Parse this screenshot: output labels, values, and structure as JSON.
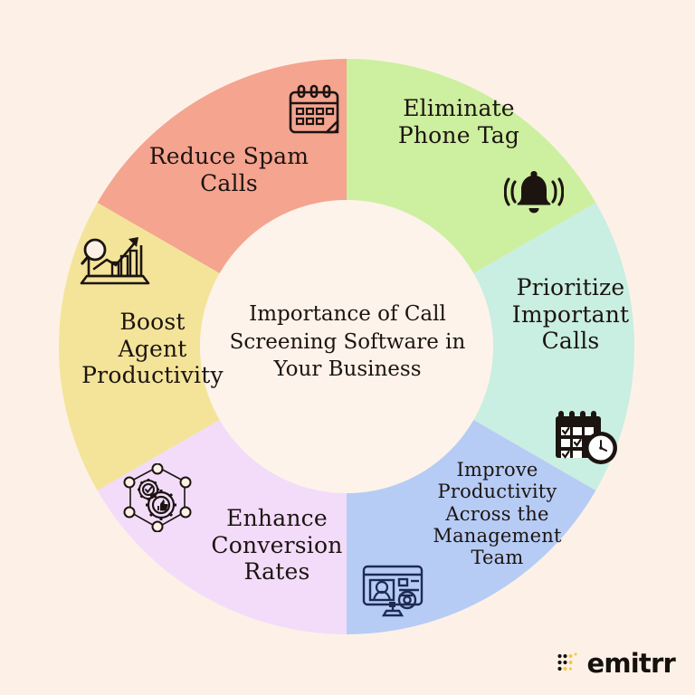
{
  "background_color": "#fdf1e7",
  "center": {
    "text": "Importance of Call\nScreening Software in\nYour Business",
    "fill_color": "#fdf3ea"
  },
  "chart_data": {
    "type": "pie",
    "title": "Importance of Call Screening Software in Your Business",
    "subtype": "donut",
    "categories": [
      "Eliminate Phone Tag",
      "Prioritize Important Calls",
      "Improve Productivity Across the Management Team",
      "Enhance Conversion Rates",
      "Boost Agent Productivity",
      "Reduce Spam Calls"
    ],
    "values": [
      60,
      60,
      60,
      60,
      60,
      60
    ],
    "unit": "degrees",
    "colors": [
      "#cdefa0",
      "#c9eee2",
      "#b6ccf5",
      "#f2dcfa",
      "#f4e49a",
      "#f4a48f"
    ],
    "legend": "none",
    "grid": false
  },
  "segments": [
    {
      "id": "reduce-spam",
      "label": "Reduce Spam\nCalls",
      "color": "#f4a48f",
      "icon": "calendar-icon",
      "start_angle": 150,
      "end_angle": 210
    },
    {
      "id": "eliminate-phone-tag",
      "label": "Eliminate\nPhone Tag",
      "color": "#cdefa0",
      "icon": "bell-icon",
      "start_angle": 90,
      "end_angle": 150
    },
    {
      "id": "prioritize-important-calls",
      "label": "Prioritize\nImportant\nCalls",
      "color": "#c9eee2",
      "icon": "calendar-clock-icon",
      "start_angle": 30,
      "end_angle": 90
    },
    {
      "id": "improve-productivity",
      "label": "Improve\nProductivity\nAcross the\nManagement\nTeam",
      "color": "#b6ccf5",
      "icon": "monitor-user-gear-icon",
      "start_angle": -30,
      "end_angle": 30
    },
    {
      "id": "enhance-conversion-rates",
      "label": "Enhance\nConversion\nRates",
      "color": "#f2dcfa",
      "icon": "gears-network-icon",
      "start_angle": 210,
      "end_angle": 270
    },
    {
      "id": "boost-agent-productivity",
      "label": "Boost\nAgent\nProductivity",
      "color": "#f4e49a",
      "icon": "growth-chart-icon",
      "start_angle": 270,
      "end_angle": 330
    }
  ],
  "brand": {
    "name": "emitrr",
    "mark_colors": [
      "#15110d",
      "#f2c94c"
    ]
  }
}
